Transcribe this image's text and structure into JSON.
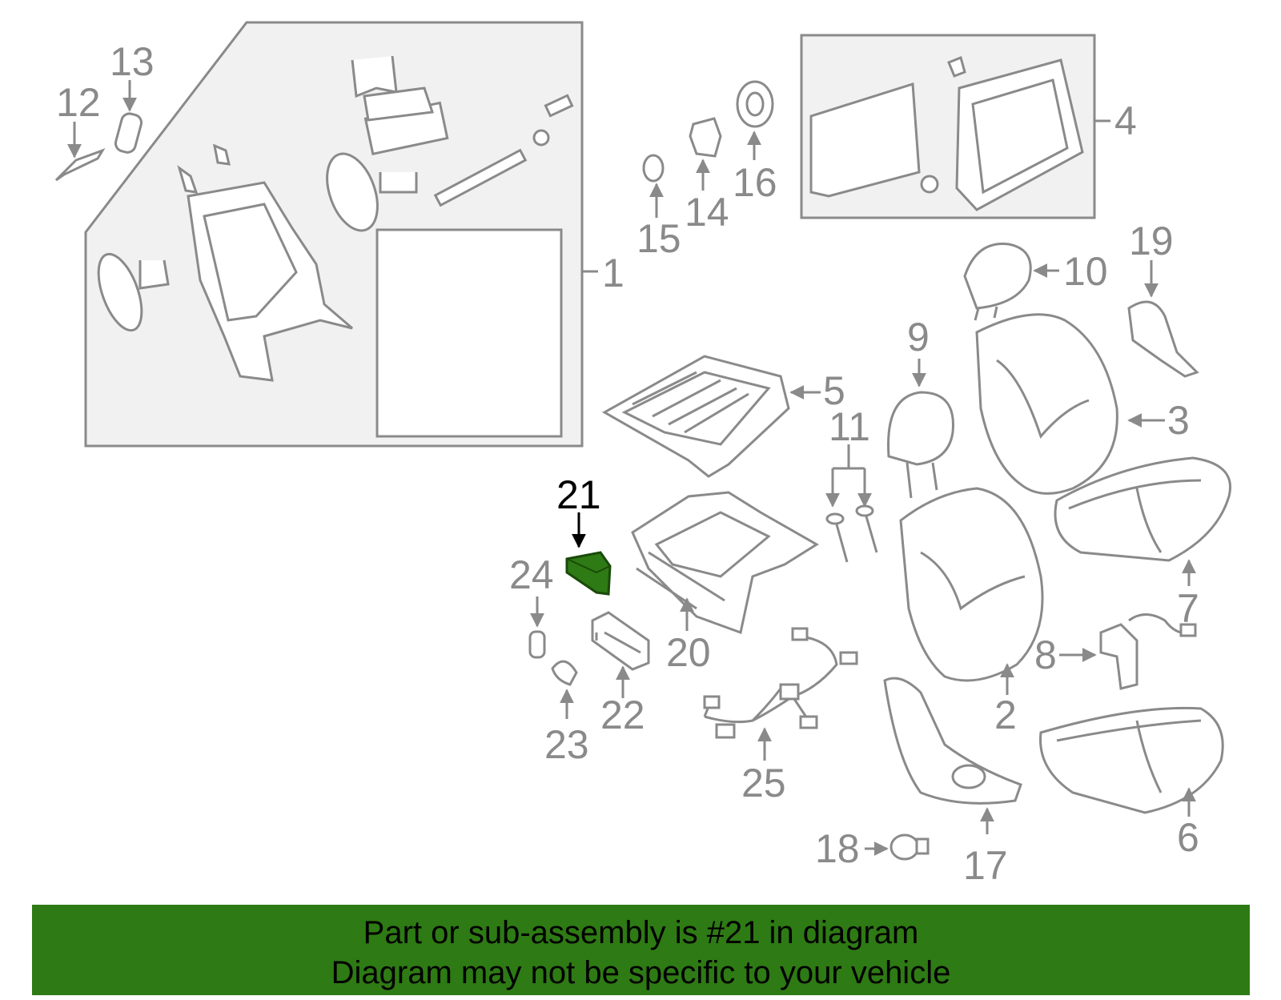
{
  "callouts": {
    "c1": "1",
    "c2": "2",
    "c3": "3",
    "c4": "4",
    "c5": "5",
    "c6": "6",
    "c7": "7",
    "c8": "8",
    "c9": "9",
    "c10": "10",
    "c11": "11",
    "c12": "12",
    "c13": "13",
    "c14": "14",
    "c15": "15",
    "c16": "16",
    "c17": "17",
    "c18": "18",
    "c19": "19",
    "c20": "20",
    "c21": "21",
    "c22": "22",
    "c23": "23",
    "c24": "24",
    "c25": "25"
  },
  "highlight": {
    "part": "21",
    "color": "#2e7a14"
  },
  "footer": {
    "line1": "Part or sub-assembly is #21 in diagram",
    "line2": "Diagram may not be specific to your vehicle",
    "background": "#2e7a14"
  }
}
